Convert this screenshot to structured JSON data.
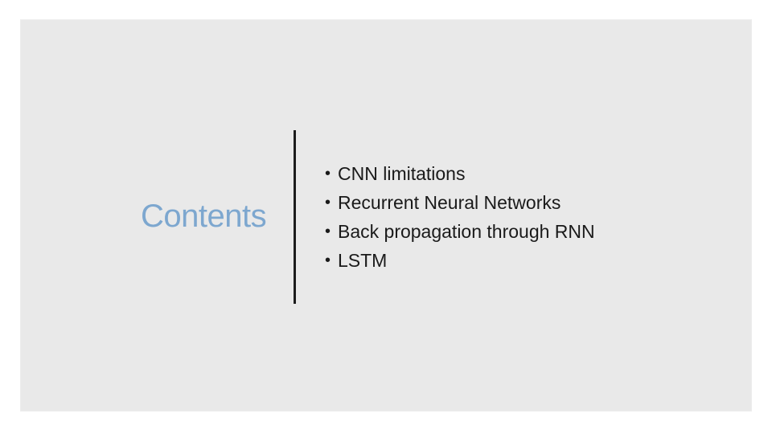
{
  "slide": {
    "title": "Contents",
    "bullet_glyph": "•",
    "bullets": [
      "CNN limitations",
      "Recurrent Neural Networks",
      "Back propagation through RNN",
      "LSTM"
    ],
    "colors": {
      "canvas_bg": "#ffffff",
      "slide_bg": "#e9e9e9",
      "title": "#7da7cf",
      "divider": "#1c1c1c",
      "text": "#1a1a1a"
    }
  }
}
